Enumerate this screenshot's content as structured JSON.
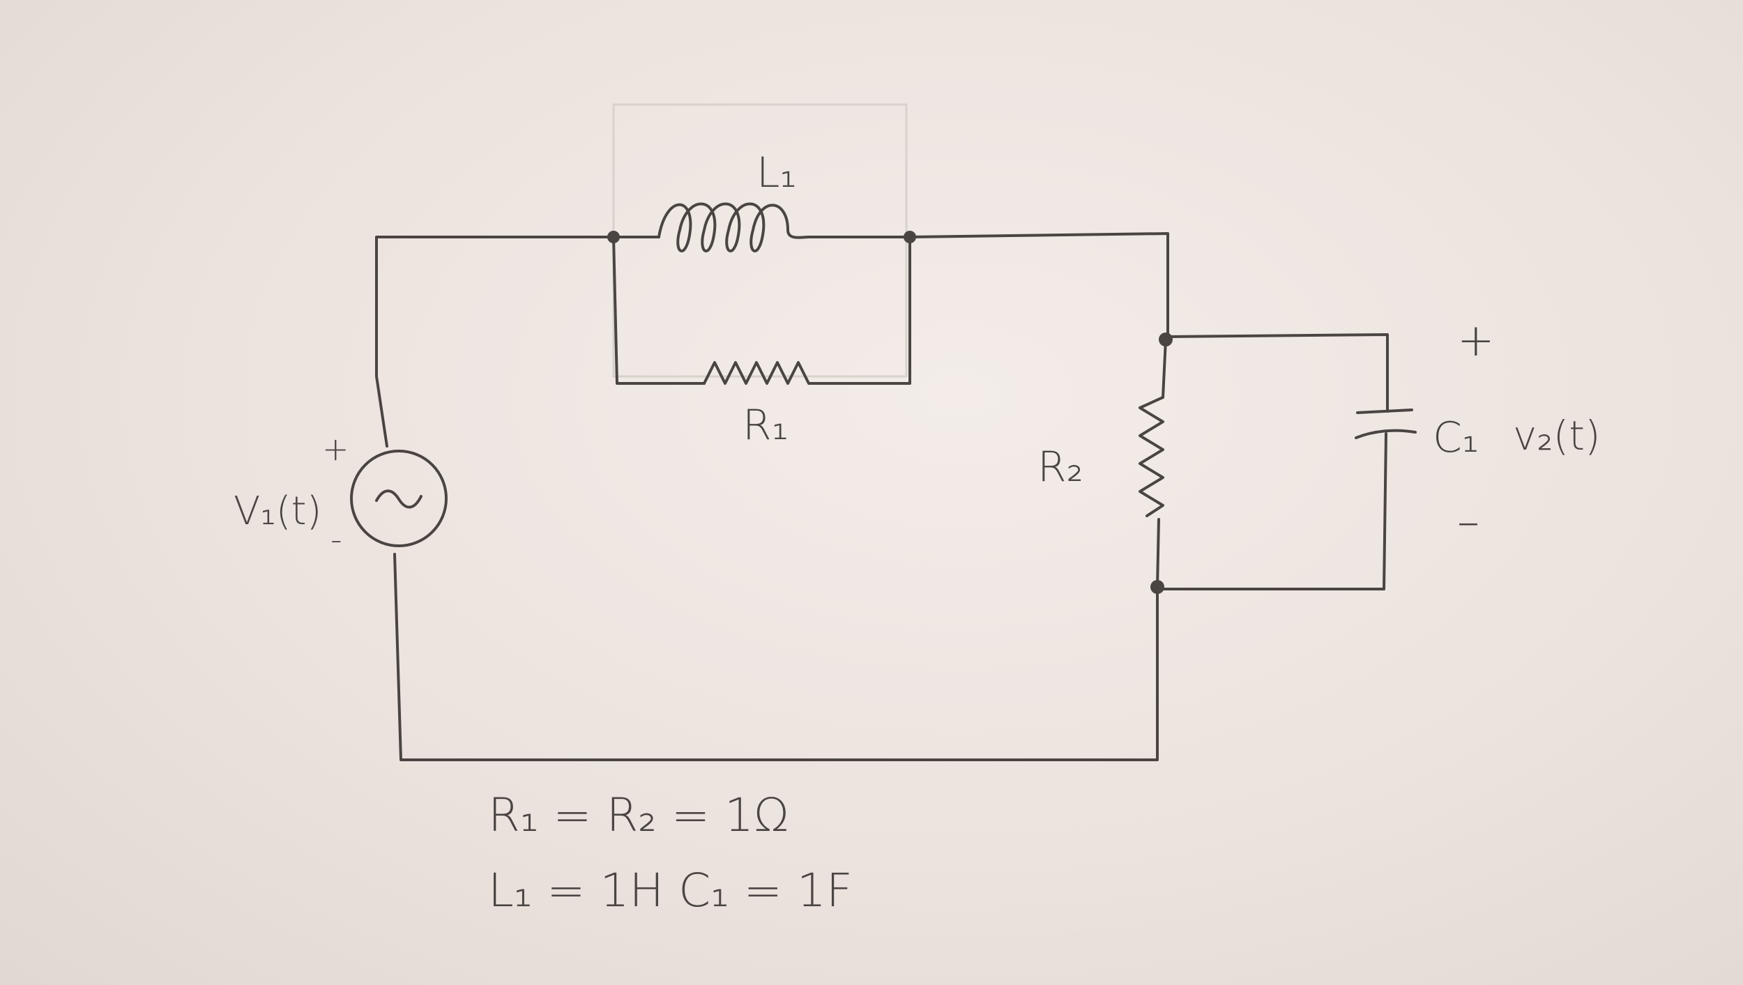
{
  "labels": {
    "inductor": "L₁",
    "resistor1": "R₁",
    "resistor2": "R₂",
    "capacitor": "C₁",
    "source": "V₁(t)",
    "output": "v₂(t)",
    "source_plus": "+",
    "source_minus": "-",
    "output_plus": "+",
    "output_minus": "–"
  },
  "values": {
    "line1": "R₁ = R₂ = 1Ω",
    "line2": "L₁ = 1H   C₁ = 1F"
  }
}
